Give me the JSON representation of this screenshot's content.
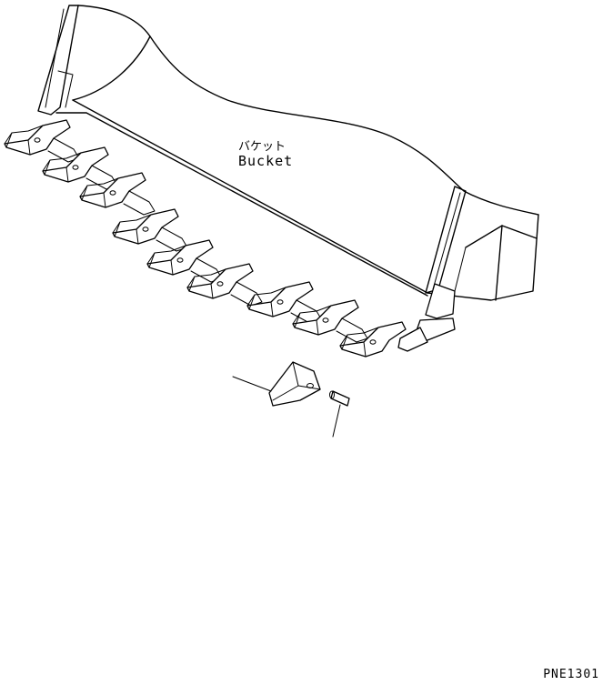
{
  "labels": {
    "bucket_jp": "バケット",
    "bucket_en": "Bucket"
  },
  "drawing_code": "PNE1301",
  "colors": {
    "line": "#000000",
    "background": "#ffffff"
  }
}
